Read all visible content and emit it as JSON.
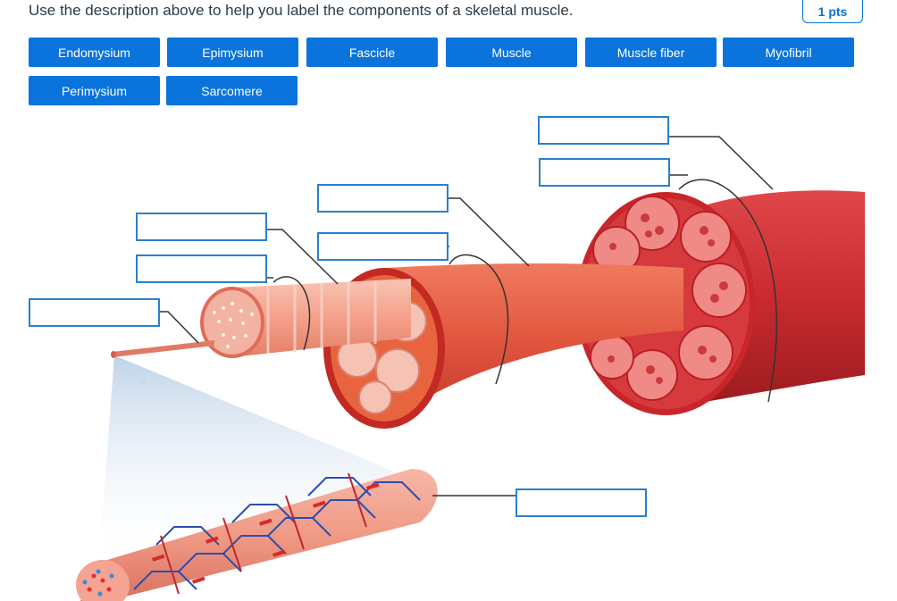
{
  "question": {
    "text": "Use the description above to help you label the components of a skeletal muscle.",
    "points": "1 pts"
  },
  "word_bank": [
    "Endomysium",
    "Epimysium",
    "Fascicle",
    "Muscle",
    "Muscle fiber",
    "Myofibril",
    "Perimysium",
    "Sarcomere"
  ],
  "drop_targets": [
    "",
    "",
    "",
    "",
    "",
    "",
    "",
    ""
  ],
  "colors": {
    "chip_bg": "#0a74dc",
    "dropzone_border": "#2a7fd0",
    "text": "#2d3b45",
    "muscle_red": "#d9383a",
    "muscle_dark": "#a81e22",
    "fiber_pink": "#f4a48e"
  }
}
